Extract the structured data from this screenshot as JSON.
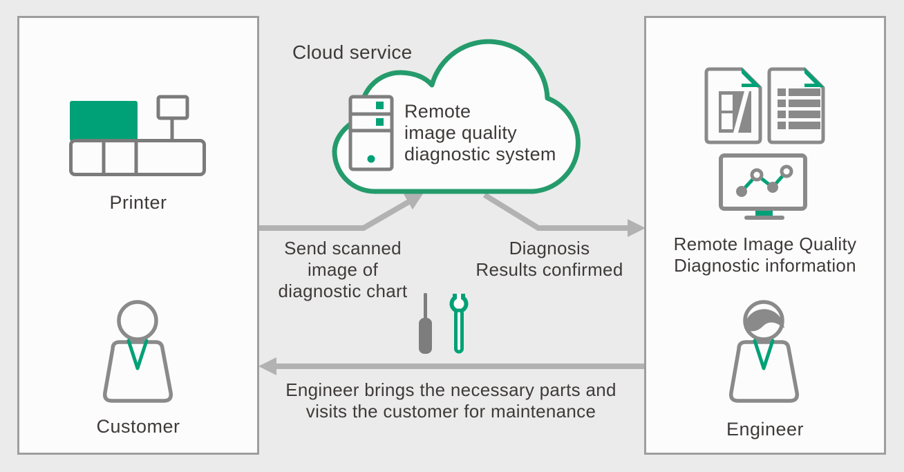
{
  "page": {
    "background": "#ebebeb"
  },
  "colors": {
    "brand_green": "#00a176",
    "cloud_stroke": "#259b6c",
    "icon_gray": "#7f7f7f",
    "person_gray": "#8a8a8a",
    "arrow_gray": "#b2b2b2",
    "text": "#3e3a39",
    "panel_border": "#9e9e9e",
    "panel_bg": "#fcfcfc"
  },
  "left_panel": {
    "printer_label": "Printer",
    "customer_label": "Customer"
  },
  "cloud": {
    "label": "Cloud service",
    "system_text": "Remote\nimage quality\ndiagnostic system"
  },
  "flows": {
    "send_label": "Send scanned\nimage of\ndiagnostic chart",
    "diagnosis_label": "Diagnosis\nResults confirmed",
    "return_label": "Engineer brings the necessary parts and\nvisits the customer for maintenance"
  },
  "right_panel": {
    "info_label": "Remote Image Quality\nDiagnostic information",
    "engineer_label": "Engineer"
  },
  "icons": {
    "printer": "printer-icon",
    "customer": "person-icon",
    "engineer": "person-with-hair-icon",
    "cloud": "cloud-outline-icon",
    "server": "server-icon",
    "document_chart": "document-with-chart-icon",
    "document_report": "document-with-table-icon",
    "monitor": "monitor-line-chart-icon",
    "tools": "screwdriver-and-wrench-icon",
    "arrows": "flow-arrows"
  }
}
